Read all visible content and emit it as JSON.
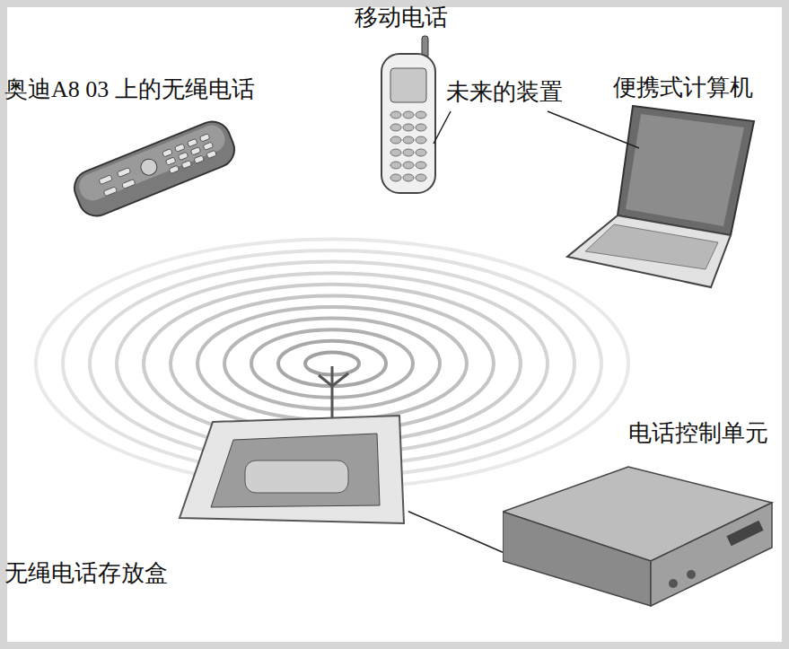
{
  "diagram": {
    "nodes": [
      {
        "text": [
          "无绳电话存放盒"
        ]
      },
      {
        "text": [
          "电话控制单元"
        ]
      }
    ],
    "edges": [
      {
        "from": 0,
        "to": 1,
        "arrow": "none"
      }
    ],
    "labels": [
      "移动电话",
      "奥迪A8 03 上的无绳电话",
      "未来的装置",
      "便携式计算机"
    ]
  }
}
